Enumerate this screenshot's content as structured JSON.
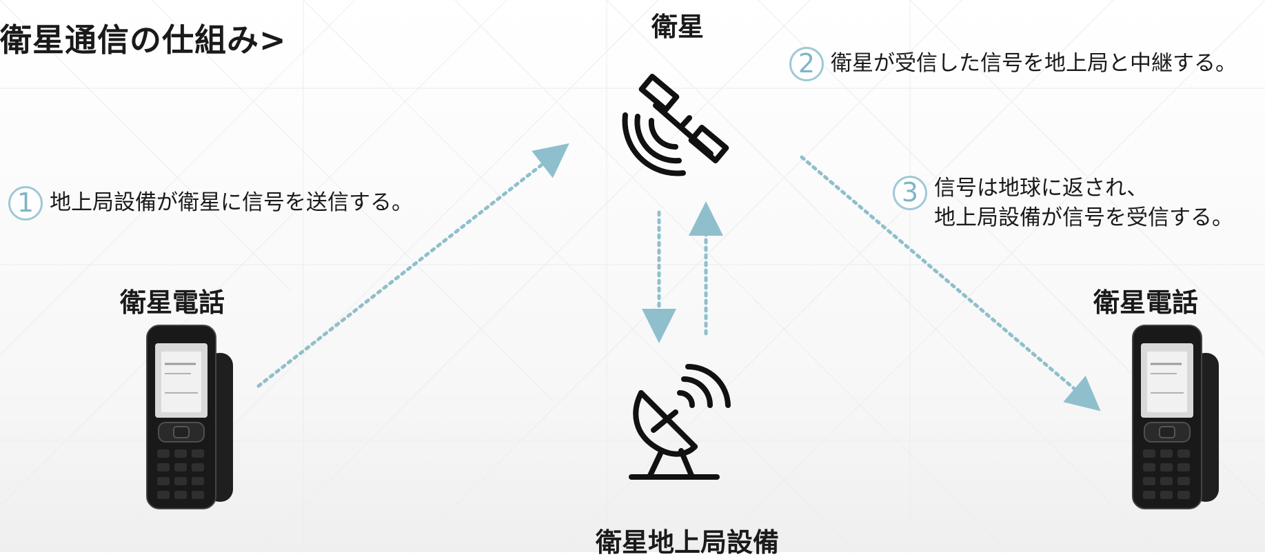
{
  "title": "衛星通信の仕組み>",
  "nodes": {
    "satellite": {
      "label": "衛星",
      "icon": "satellite-icon"
    },
    "phone_left": {
      "label": "衛星電話",
      "icon": "satellite-phone-icon"
    },
    "phone_right": {
      "label": "衛星電話",
      "icon": "satellite-phone-icon"
    },
    "ground_station": {
      "label": "衛星地上局設備",
      "icon": "satellite-dish-icon"
    }
  },
  "steps": [
    {
      "number": "1",
      "text": "地上局設備が衛星に信号を送信する。"
    },
    {
      "number": "2",
      "text": "衛星が受信した信号を地上局と中継する。"
    },
    {
      "number": "3",
      "text_line1": "信号は地球に返され、",
      "text_line2": "地上局設備が信号を受信する。"
    }
  ],
  "colors": {
    "arrow": "#8fbfcc",
    "circle": "#9fc9d5",
    "text": "#1a1a1a",
    "icon": "#111111"
  }
}
